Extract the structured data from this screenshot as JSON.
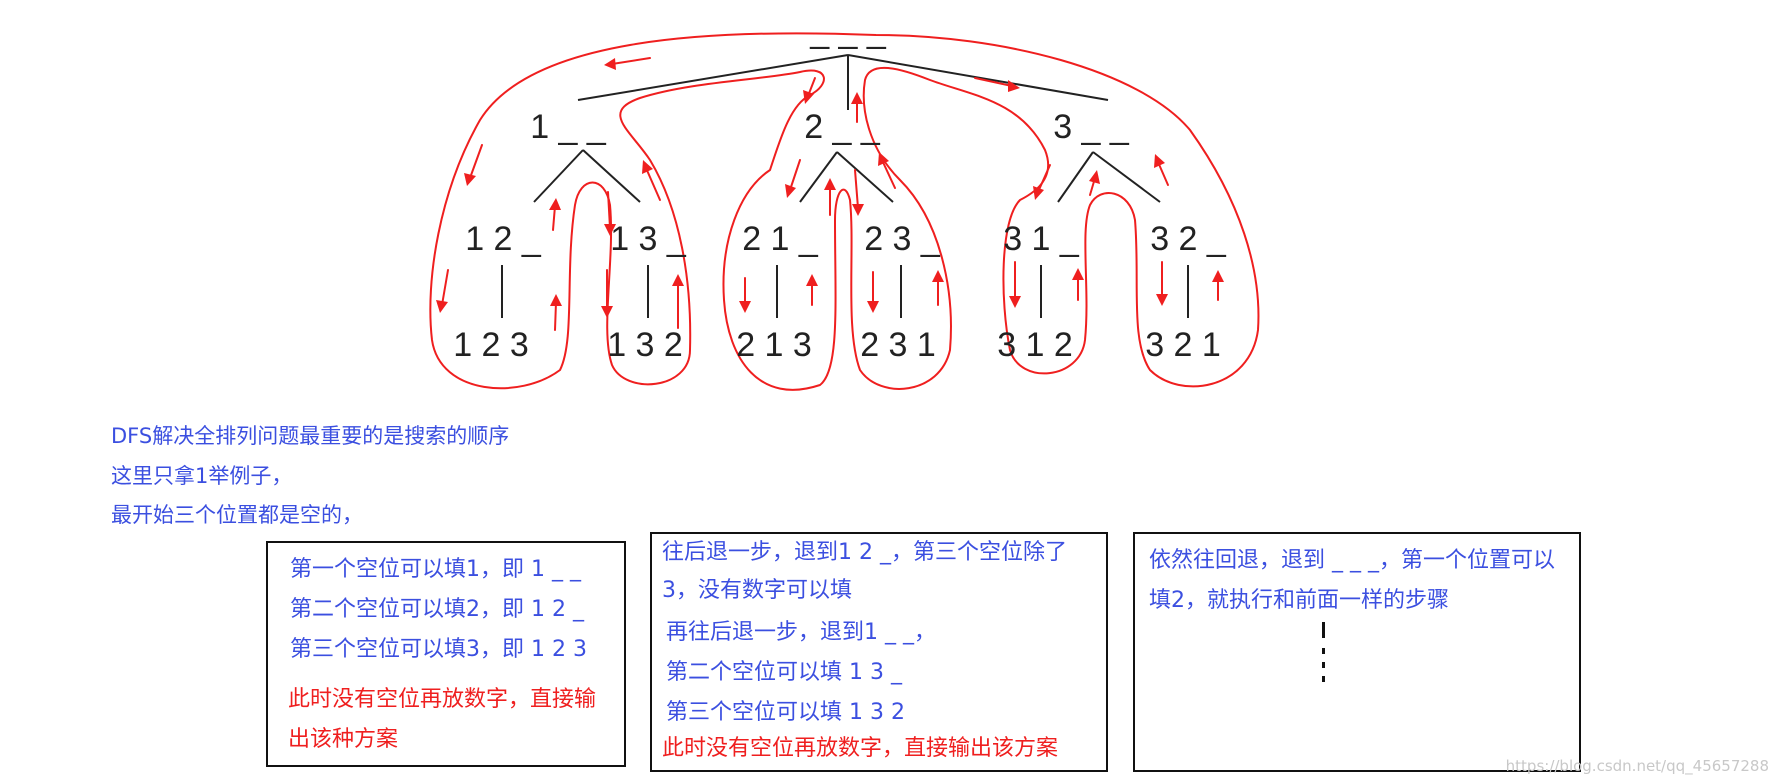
{
  "tree": {
    "root": "_ _ _",
    "level1": [
      "1 _ _",
      "2 _ _",
      "3 _ _"
    ],
    "level2": [
      "1 2 _",
      "1 3 _",
      "2 1 _",
      "2 3 _",
      "3 1 _",
      "3 2 _"
    ],
    "level3": [
      "1 2 3",
      "1 3 2",
      "2 1 3",
      "2 3 1",
      "3 1 2",
      "3 2 1"
    ]
  },
  "description": {
    "line1": "DFS解决全排列问题最重要的是搜索的顺序",
    "line2": "这里只拿1举例子，",
    "line3": "最开始三个位置都是空的，"
  },
  "box1": {
    "line1": "第一个空位可以填1，即 1 _ _",
    "line2": "第二个空位可以填2，即 1 2 _",
    "line3": "第三个空位可以填3，即 1 2 3",
    "red1": "此时没有空位再放数字，直接输",
    "red2": "出该种方案"
  },
  "box2": {
    "line1": "往后退一步，退到1 2 _，第三个空位除了",
    "line2": "3，没有数字可以填",
    "line3": "再往后退一步，退到1 _ _，",
    "line4": "第二个空位可以填 1 3 _",
    "line5": "第三个空位可以填 1 3 2",
    "red1": "此时没有空位再放数字，直接输出该方案"
  },
  "box3": {
    "line1": "依然往回退，退到 _ _ _，第一个位置可以",
    "line2": "填2，就执行和前面一样的步骤"
  },
  "watermark": "https://blog.csdn.net/qq_45657288",
  "colors": {
    "trace": "#ef1f1f",
    "text_blue": "#3b4fe0",
    "text_red": "#ef1f1f",
    "ink": "#222222"
  }
}
